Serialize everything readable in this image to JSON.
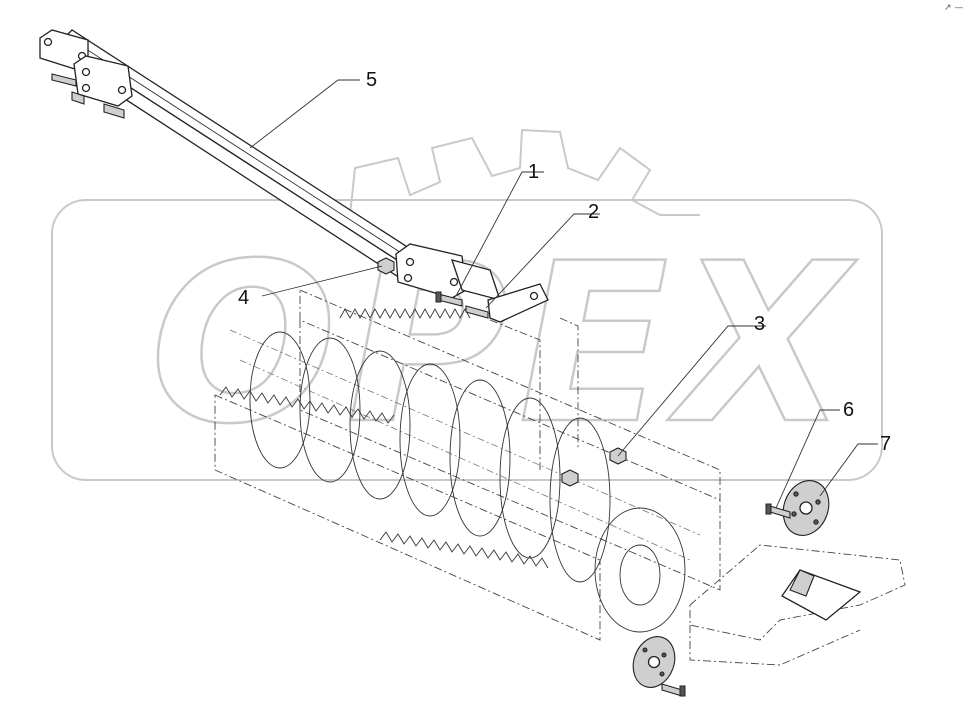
{
  "callouts": [
    {
      "id": "1",
      "label": "1"
    },
    {
      "id": "2",
      "label": "2"
    },
    {
      "id": "3",
      "label": "3"
    },
    {
      "id": "4",
      "label": "4"
    },
    {
      "id": "5",
      "label": "5"
    },
    {
      "id": "6",
      "label": "6"
    },
    {
      "id": "7",
      "label": "7"
    }
  ],
  "watermark": {
    "text": "OPEX",
    "icon": "gear-logo-icon"
  },
  "corner_mark": "↗ —",
  "colors": {
    "line": "#222222",
    "watermark": "#c9c9c9",
    "background": "#ffffff"
  }
}
